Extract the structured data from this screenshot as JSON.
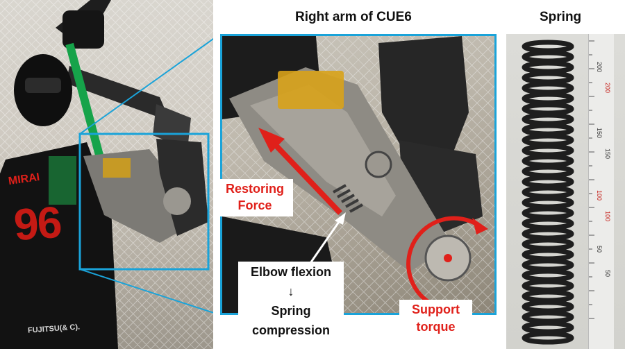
{
  "titles": {
    "center": "Right arm of CUE6",
    "right": "Spring"
  },
  "labels": {
    "restoring_line1": "Restoring",
    "restoring_line2": "Force",
    "elbow_line1": "Elbow flexion",
    "elbow_arrow": "↓",
    "elbow_line2": "Spring",
    "elbow_line3": "compression",
    "support_line1": "Support",
    "support_line2": "torque"
  },
  "jersey": {
    "name": "MIRAI",
    "number": "96",
    "sponsor": "FUJITSU(& C)."
  },
  "ruler": {
    "marks": [
      "200",
      "200",
      "150",
      "150",
      "100",
      "100",
      "50",
      "50"
    ]
  },
  "colors": {
    "highlight": "#1aa3d9",
    "accent_red": "#e0201a",
    "text": "#111111"
  }
}
